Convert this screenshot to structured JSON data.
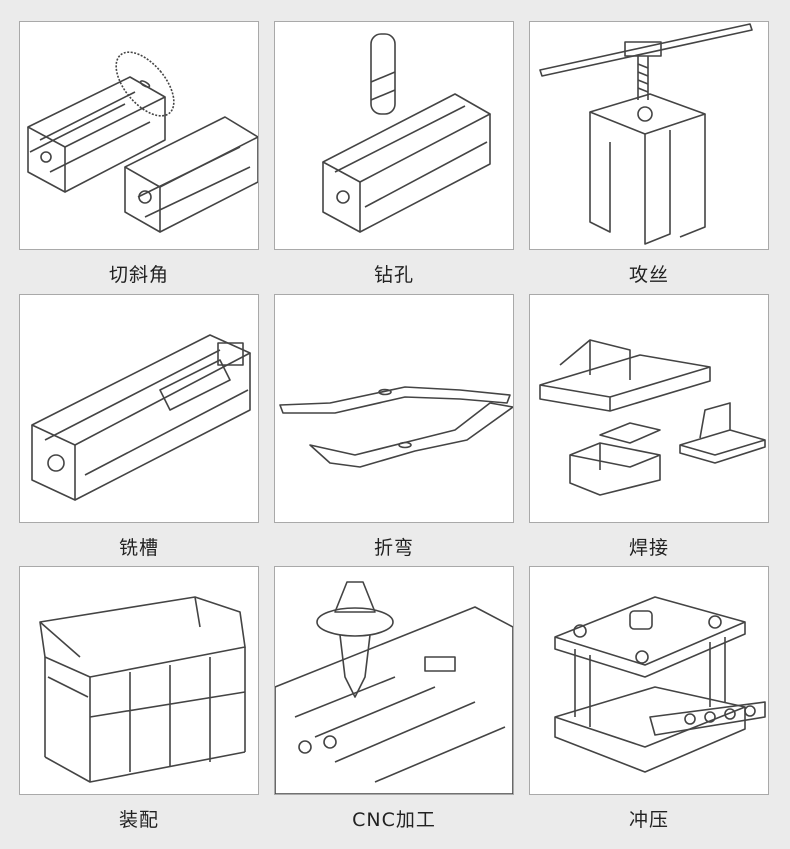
{
  "items": [
    {
      "label": "切斜角",
      "icon": "miter-cut-icon"
    },
    {
      "label": "钻孔",
      "icon": "drilling-icon"
    },
    {
      "label": "攻丝",
      "icon": "tapping-icon"
    },
    {
      "label": "铣槽",
      "icon": "slot-milling-icon"
    },
    {
      "label": "折弯",
      "icon": "bending-icon"
    },
    {
      "label": "焊接",
      "icon": "welding-icon"
    },
    {
      "label": "装配",
      "icon": "assembly-icon"
    },
    {
      "label": "CNC加工",
      "icon": "cnc-machining-icon"
    },
    {
      "label": "冲压",
      "icon": "stamping-icon"
    }
  ]
}
